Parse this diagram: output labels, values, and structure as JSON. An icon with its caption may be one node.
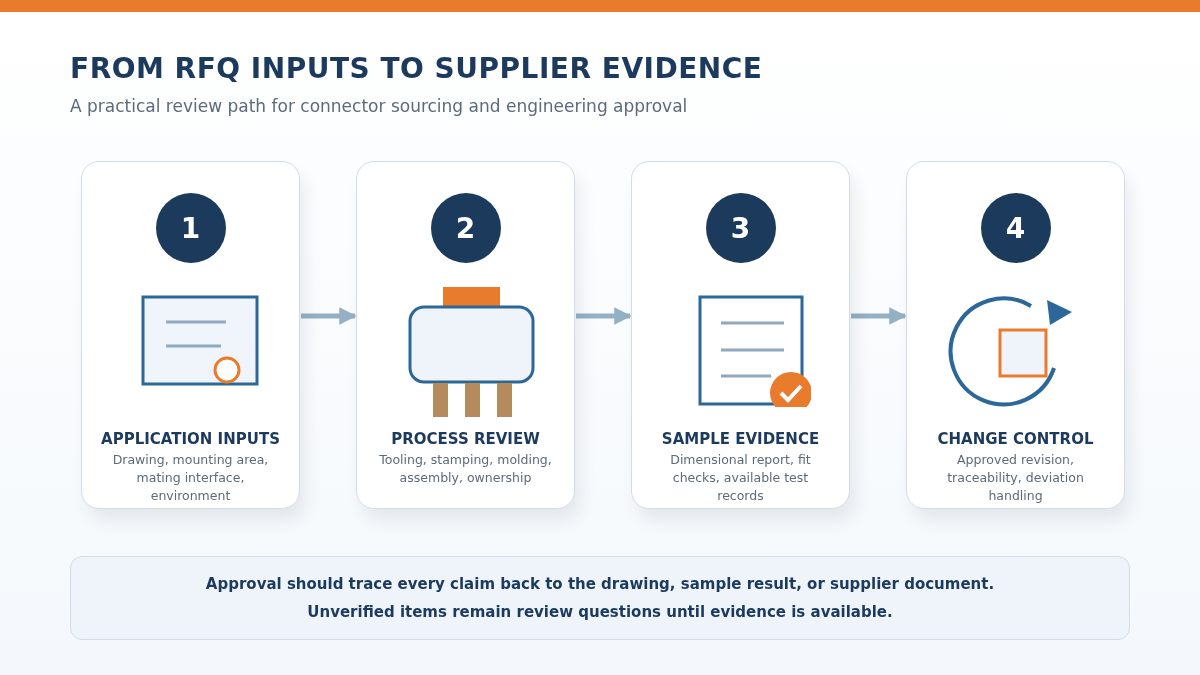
{
  "diagram": {
    "title": "FROM RFQ INPUTS TO SUPPLIER EVIDENCE",
    "caption": "A practical review path for connector sourcing and engineering approval",
    "nodes": [
      {
        "text": [
          "1",
          "APPLICATION INPUTS",
          "Drawing, mounting area, mating interface, environment"
        ]
      },
      {
        "text": [
          "2",
          "PROCESS REVIEW",
          "Tooling, stamping, molding, assembly, ownership"
        ]
      },
      {
        "text": [
          "3",
          "SAMPLE EVIDENCE",
          "Dimensional report, fit checks, available test records"
        ]
      },
      {
        "text": [
          "4",
          "CHANGE CONTROL",
          "Approved revision, traceability, deviation handling"
        ]
      },
      {
        "text": [
          "Approval should trace every claim back to the drawing, sample result, or supplier document.",
          "Unverified items remain review questions until evidence is available."
        ]
      }
    ],
    "edges": [
      {
        "from": 0,
        "to": 1,
        "arrow": "to"
      },
      {
        "from": 1,
        "to": 2,
        "arrow": "to"
      },
      {
        "from": 2,
        "to": 3,
        "arrow": "to"
      }
    ]
  }
}
